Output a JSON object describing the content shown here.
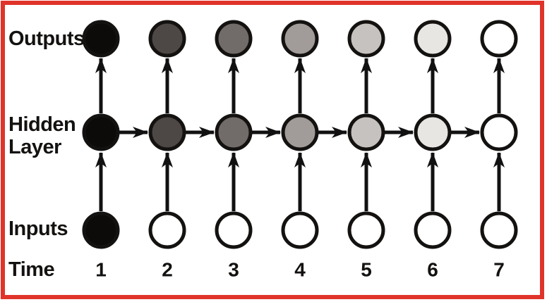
{
  "labels": {
    "outputs": "Outputs",
    "hidden_line1": "Hidden",
    "hidden_line2": "Layer",
    "inputs": "Inputs",
    "time": "Time"
  },
  "colors": {
    "frame_border": "#e0342b",
    "background": "#ffffff",
    "node_stroke": "#141210",
    "arrow": "#111111"
  },
  "diagram": {
    "type": "rnn-unrolled-over-time",
    "rows": [
      "Outputs",
      "Hidden Layer",
      "Inputs"
    ],
    "time_steps": [
      "1",
      "2",
      "3",
      "4",
      "5",
      "6",
      "7"
    ],
    "output_fills": [
      "#0d0b0a",
      "#4d4745",
      "#716c69",
      "#a19c99",
      "#c6c2bf",
      "#e8e6e3",
      "#ffffff"
    ],
    "hidden_fills": [
      "#0d0b0a",
      "#4d4745",
      "#716c69",
      "#a19c99",
      "#c6c2bf",
      "#e8e6e3",
      "#ffffff"
    ],
    "input_fills": [
      "#0d0b0a",
      "#ffffff",
      "#ffffff",
      "#ffffff",
      "#ffffff",
      "#ffffff",
      "#ffffff"
    ],
    "connections": [
      "input-to-hidden at each time step",
      "hidden-to-output at each time step",
      "hidden-to-hidden from each time step to the next"
    ]
  }
}
